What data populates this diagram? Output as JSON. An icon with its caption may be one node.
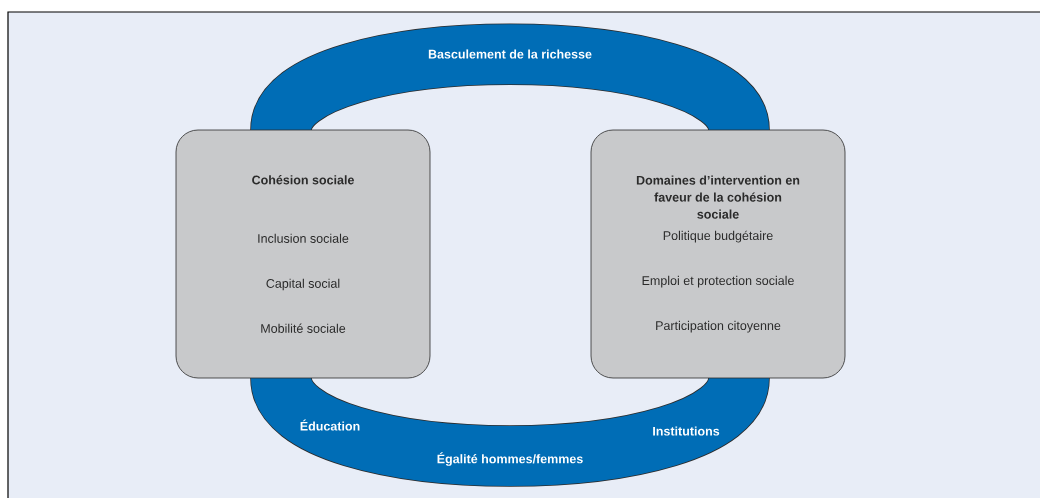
{
  "diagram": {
    "nodes": [
      {
        "text": [
          "Basculement de la richesse"
        ]
      },
      {
        "text": [
          "Cohésion sociale",
          "Inclusion sociale",
          "Capital social",
          "Mobilité sociale"
        ]
      },
      {
        "text": [
          "Domaines d’intervention en faveur de la cohésion sociale",
          "Politique budgétaire",
          "Emploi et protection sociale",
          "Participation citoyenne"
        ]
      },
      {
        "text": [
          "Éducation",
          "Égalité hommes/femmes",
          "Institutions"
        ]
      }
    ]
  }
}
